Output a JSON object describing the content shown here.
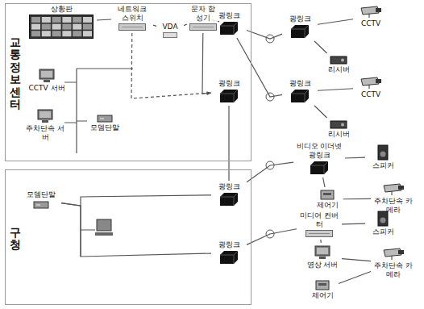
{
  "diagram": {
    "nodes": [
      {
        "text": [
          "교통정보센터"
        ]
      },
      {
        "text": [
          "상황판"
        ],
        "in": 0
      },
      {
        "text": [
          "네트워크 스위치"
        ],
        "in": 0
      },
      {
        "text": [
          "VDA"
        ],
        "in": 0
      },
      {
        "text": [
          "문자 합성기"
        ],
        "in": 0
      },
      {
        "text": [
          "광링크"
        ],
        "in": 0
      },
      {
        "text": [
          "CCTV 서버"
        ],
        "in": 0
      },
      {
        "text": [
          "주차단속 서버"
        ],
        "in": 0
      },
      {
        "text": [
          "모뎀단말"
        ],
        "in": 0
      },
      {
        "text": [
          "광링크"
        ],
        "in": 0
      },
      {
        "text": [
          "구청"
        ]
      },
      {
        "text": [
          "모뎀단말"
        ],
        "in": 10
      },
      {
        "text": [
          "광링크"
        ],
        "in": 10
      },
      {
        "text": [
          "광링크"
        ],
        "in": 10
      },
      {
        "text": [
          "광링크"
        ]
      },
      {
        "text": [
          "CCTV"
        ]
      },
      {
        "text": [
          "리시버"
        ]
      },
      {
        "text": [
          "광링크"
        ]
      },
      {
        "text": [
          "CCTV"
        ]
      },
      {
        "text": [
          "리시버"
        ]
      },
      {
        "text": [
          "비디오 이더넷 광링크"
        ]
      },
      {
        "text": [
          "스피커"
        ]
      },
      {
        "text": [
          "제어기"
        ]
      },
      {
        "text": [
          "주차단속 카메라"
        ]
      },
      {
        "text": [
          "미디어 컨버터"
        ]
      },
      {
        "text": [
          "스피커"
        ]
      },
      {
        "text": [
          "영상 서버"
        ]
      },
      {
        "text": [
          "주차단속 카메라"
        ]
      },
      {
        "text": [
          "제어기"
        ]
      }
    ],
    "edges": [
      {
        "from": 1,
        "to": 2,
        "arrow": "none"
      },
      {
        "from": 2,
        "to": 3,
        "arrow": "none"
      },
      {
        "from": 3,
        "to": 4,
        "arrow": "none"
      },
      {
        "from": 4,
        "to": 5,
        "arrow": "none"
      },
      {
        "from": 4,
        "to": 9,
        "arrow": "to"
      },
      {
        "from": 2,
        "to": 9,
        "arrow": "none"
      },
      {
        "from": 5,
        "to": 14,
        "arrow": "none"
      },
      {
        "from": 5,
        "to": 17,
        "arrow": "none"
      },
      {
        "from": 9,
        "to": 12,
        "arrow": "none"
      },
      {
        "from": 14,
        "to": 15,
        "arrow": "none"
      },
      {
        "from": 14,
        "to": 16,
        "arrow": "none"
      },
      {
        "from": 17,
        "to": 18,
        "arrow": "none"
      },
      {
        "from": 17,
        "to": 19,
        "arrow": "none"
      },
      {
        "from": 11,
        "to": 12,
        "arrow": "none"
      },
      {
        "from": 11,
        "to": 13,
        "arrow": "none"
      },
      {
        "from": 12,
        "to": 20,
        "arrow": "none"
      },
      {
        "from": 13,
        "to": 24,
        "arrow": "none"
      },
      {
        "from": 20,
        "to": 21,
        "arrow": "none"
      },
      {
        "from": 20,
        "to": 22,
        "arrow": "none"
      },
      {
        "from": 22,
        "to": 23,
        "arrow": "none"
      },
      {
        "from": 24,
        "to": 25,
        "arrow": "none"
      },
      {
        "from": 24,
        "to": 26,
        "arrow": "none"
      },
      {
        "from": 26,
        "to": 27,
        "arrow": "none"
      },
      {
        "from": 28,
        "to": 27,
        "arrow": "none"
      }
    ]
  }
}
